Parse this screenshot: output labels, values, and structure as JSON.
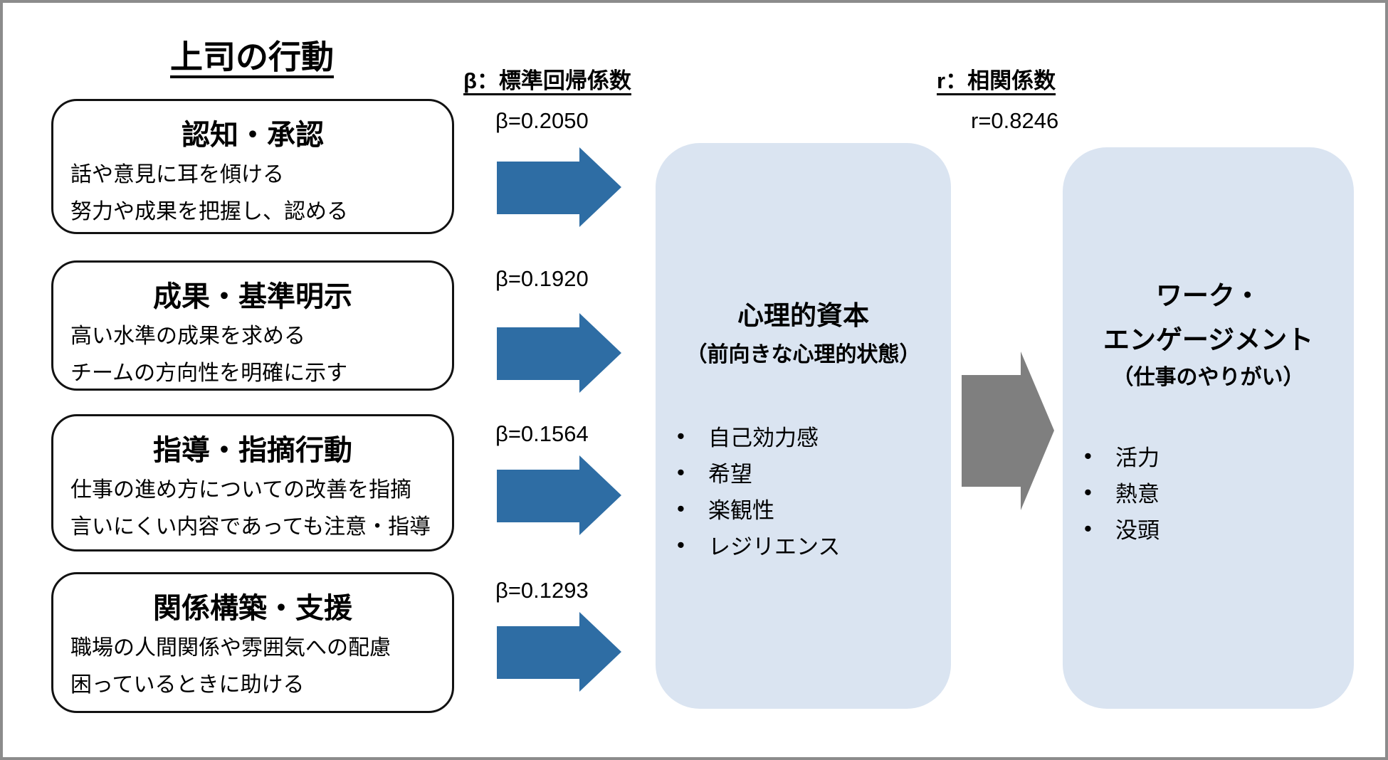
{
  "title": "上司の行動",
  "legend": {
    "beta": "β：標準回帰係数",
    "r": "r：相関係数"
  },
  "behaviors": [
    {
      "heading": "認知・承認",
      "line1": "話や意見に耳を傾ける",
      "line2": "努力や成果を把握し、認める",
      "beta": "β=0.2050"
    },
    {
      "heading": "成果・基準明示",
      "line1": "高い水準の成果を求める",
      "line2": "チームの方向性を明確に示す",
      "beta": "β=0.1920"
    },
    {
      "heading": "指導・指摘行動",
      "line1": "仕事の進め方についての改善を指摘",
      "line2": "言いにくい内容であっても注意・指導",
      "beta": "β=0.1564"
    },
    {
      "heading": "関係構築・支援",
      "line1": "職場の人間関係や雰囲気への配慮",
      "line2": "困っているときに助ける",
      "beta": "β=0.1293"
    }
  ],
  "psych_capital": {
    "title": "心理的資本",
    "subtitle": "（前向きな心理的状態）",
    "items": [
      "自己効力感",
      "希望",
      "楽観性",
      "レジリエンス"
    ]
  },
  "r_value": "r=0.8246",
  "work_engagement": {
    "title_line1": "ワーク・",
    "title_line2": "エンゲージメント",
    "subtitle": "（仕事のやりがい）",
    "items": [
      "活力",
      "熱意",
      "没頭"
    ]
  },
  "colors": {
    "arrow_blue": "#2E6DA4",
    "panel_fill": "#DAE4F1",
    "arrow_gray": "#7F7F7F",
    "frame_border": "#8C8C8C"
  }
}
